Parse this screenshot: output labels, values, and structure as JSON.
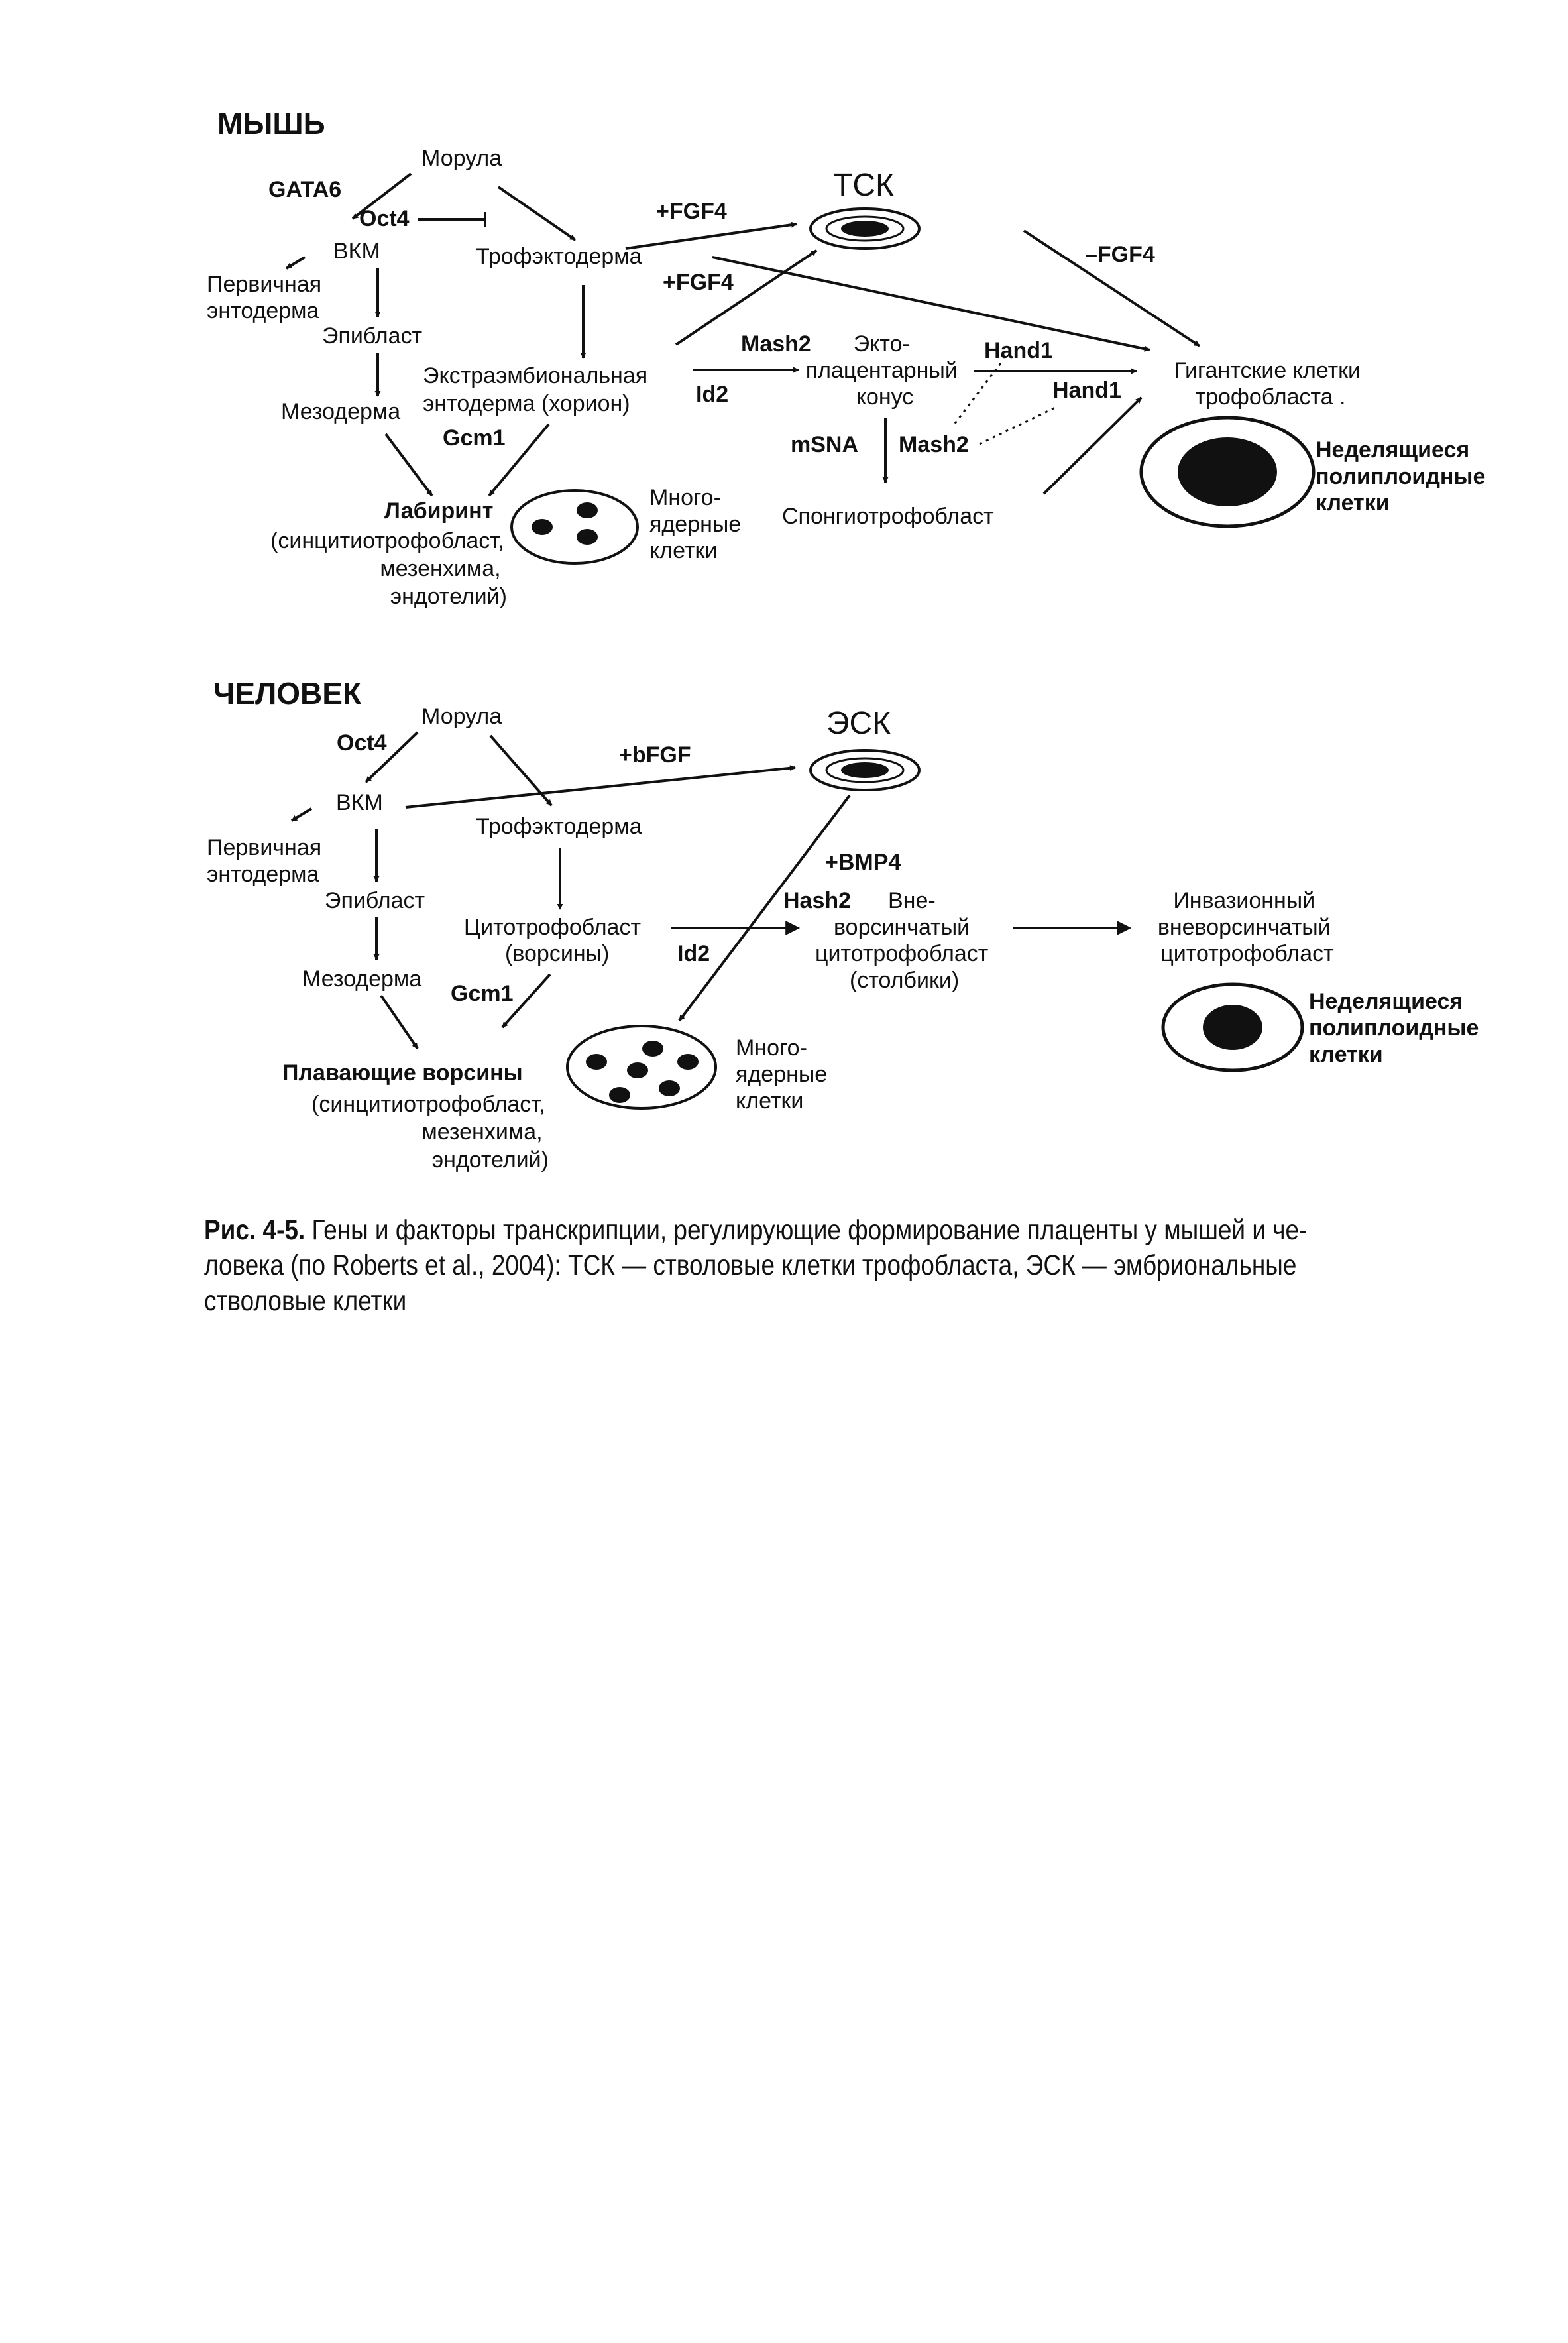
{
  "mouse": {
    "heading": "МЫШЬ",
    "morula": "Морула",
    "gata6": "GATA6",
    "oct4": "Oct4",
    "icm": "ВКМ",
    "trophectoderm": "Трофэктодерма",
    "fgf4_top": "+FGF4",
    "fgf4_mid": "+FGF4",
    "fgf4_minus": "–FGF4",
    "tsc": "ТСК",
    "primary_endoderm": [
      "Первичная",
      "энтодерма"
    ],
    "epiblast": "Эпибласт",
    "extraembryonic": [
      "Экстраэмбиональная",
      "энтодерма (хорион)"
    ],
    "mesoderm": "Мезодерма",
    "gcm1": "Gcm1",
    "id2": "Id2",
    "mash2_top": "Mash2",
    "ectoplacental": [
      "Экто-",
      "плацентарный",
      "конус"
    ],
    "hand1_top": "Hand1",
    "hand1_bottom": "Hand1",
    "giant": [
      "Гигантские клетки",
      "трофобласта ."
    ],
    "msna": "mSNA",
    "mash2_bottom": "Mash2",
    "spongio": "Спонгиотрофобласт",
    "labyrinth": "Лабиринт",
    "labyrinth_note": [
      "(синцитиотрофобласт,",
      "мезенхима,",
      "эндотелий)"
    ],
    "multinuclear": [
      "Много-",
      "ядерные",
      "клетки"
    ],
    "polyploid": [
      "Неделящиеся",
      "полиплоидные",
      "клетки"
    ]
  },
  "human": {
    "heading": "ЧЕЛОВЕК",
    "morula": "Морула",
    "oct4": "Oct4",
    "icm": "ВКМ",
    "bfgf": "+bFGF",
    "esc": "ЭСК",
    "trophectoderm": "Трофэктодерма",
    "primary_endoderm": [
      "Первичная",
      "энтодерма"
    ],
    "epiblast": "Эпибласт",
    "bmp4": "+BMP4",
    "hash2": "Hash2",
    "extravillous": [
      "Вне-",
      "ворсинчатый",
      "цитотрофобласт",
      "(столбики)"
    ],
    "invasive": [
      "Инвазионный",
      "вневорсинчатый",
      "цитотрофобласт"
    ],
    "cytotrophoblast": [
      "Цитотрофобласт",
      "(ворсины)"
    ],
    "id2": "Id2",
    "mesoderm": "Мезодерма",
    "gcm1": "Gcm1",
    "villi": "Плавающие ворсины",
    "villi_note": [
      "(синцитиотрофобласт,",
      "мезенхима,",
      "эндотелий)"
    ],
    "multinuclear": [
      "Много-",
      "ядерные",
      "клетки"
    ],
    "polyploid": [
      "Неделящиеся",
      "полиплоидные",
      "клетки"
    ]
  },
  "caption": {
    "lead": "Рис. 4-5.",
    "line1": "Гены и факторы транскрипции, регулирующие формирование плаценты у мышей и че-",
    "line2": "ловека (по Roberts et al., 2004): ТСК — стволовые клетки трофобласта, ЭСК — эмбриональные",
    "line3": "стволовые клетки"
  }
}
